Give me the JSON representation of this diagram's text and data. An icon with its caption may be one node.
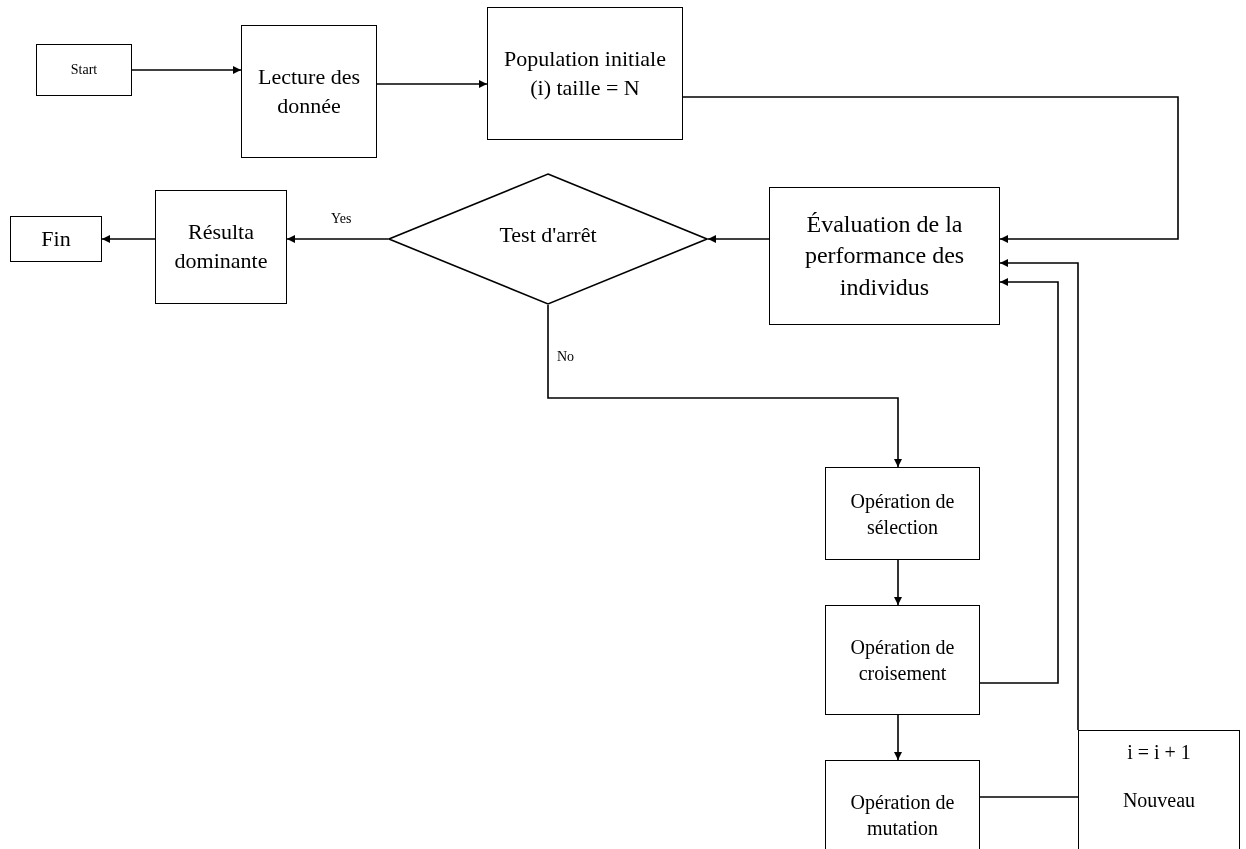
{
  "diagram": {
    "nodes": [
      {
        "text": [
          "Start"
        ]
      },
      {
        "text": [
          "Lecture des donnée"
        ]
      },
      {
        "text": [
          "Population initiale (i) taille = N"
        ]
      },
      {
        "text": [
          "Évaluation de la performance des individus"
        ]
      },
      {
        "text": [
          "Test d'arrêt"
        ]
      },
      {
        "text": [
          "Résulta dominante"
        ]
      },
      {
        "text": [
          "Fin"
        ]
      },
      {
        "text": [
          "Opération de sélection"
        ]
      },
      {
        "text": [
          "Opération de croisement"
        ]
      },
      {
        "text": [
          "Opération de mutation"
        ]
      },
      {
        "text": [
          "i = i + 1",
          "Nouveau"
        ]
      }
    ],
    "edges": [
      {
        "from": 0,
        "to": 1,
        "arrow": "to"
      },
      {
        "from": 1,
        "to": 2,
        "arrow": "to"
      },
      {
        "from": 2,
        "to": 3,
        "arrow": "to"
      },
      {
        "from": 3,
        "to": 4,
        "arrow": "to"
      },
      {
        "from": 4,
        "to": 5,
        "arrow": "to",
        "label": "Yes"
      },
      {
        "from": 5,
        "to": 6,
        "arrow": "to"
      },
      {
        "from": 4,
        "to": 7,
        "arrow": "to",
        "label": "No"
      },
      {
        "from": 7,
        "to": 8,
        "arrow": "to"
      },
      {
        "from": 8,
        "to": 3,
        "arrow": "to"
      },
      {
        "from": 8,
        "to": 9,
        "arrow": "to"
      },
      {
        "from": 9,
        "to": 10,
        "arrow": "none"
      },
      {
        "from": 10,
        "to": 3,
        "arrow": "to"
      }
    ]
  }
}
